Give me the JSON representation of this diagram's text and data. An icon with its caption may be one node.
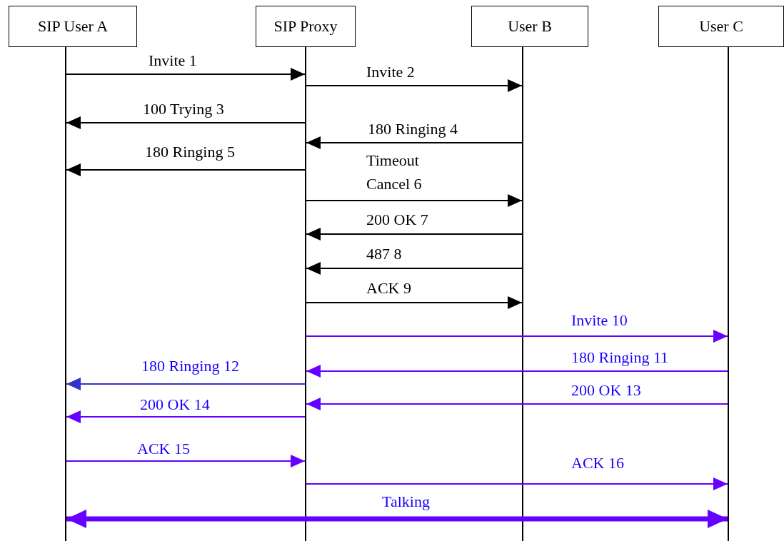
{
  "diagram": {
    "nodes": [
      {
        "text": [
          "SIP User A"
        ]
      },
      {
        "text": [
          "SIP Proxy"
        ]
      },
      {
        "text": [
          "User B"
        ]
      },
      {
        "text": [
          "User C"
        ]
      },
      {
        "text": [],
        "shape": "line"
      },
      {
        "text": [],
        "shape": "line"
      },
      {
        "text": [],
        "shape": "line"
      },
      {
        "text": [],
        "shape": "line"
      }
    ],
    "edges": [
      {
        "from": 4,
        "to": 5,
        "arrow": "to",
        "label": "Invite 1"
      },
      {
        "from": 5,
        "to": 6,
        "arrow": "to",
        "label": "Invite 2"
      },
      {
        "from": 5,
        "to": 4,
        "arrow": "to",
        "label": "100 Trying 3"
      },
      {
        "from": 6,
        "to": 5,
        "arrow": "to",
        "label": "180 Ringing 4"
      },
      {
        "from": 5,
        "to": 4,
        "arrow": "to",
        "label": "180 Ringing 5"
      },
      {
        "from": 5,
        "to": 6,
        "arrow": "to",
        "label": "Timeout Cancel 6"
      },
      {
        "from": 6,
        "to": 5,
        "arrow": "to",
        "label": "200 OK 7"
      },
      {
        "from": 6,
        "to": 5,
        "arrow": "to",
        "label": "487 8"
      },
      {
        "from": 5,
        "to": 6,
        "arrow": "to",
        "label": "ACK 9"
      },
      {
        "from": 5,
        "to": 7,
        "arrow": "to",
        "label": "Invite 10",
        "color": "#6600ff"
      },
      {
        "from": 7,
        "to": 5,
        "arrow": "to",
        "label": "180 Ringing 11",
        "color": "#6600ff"
      },
      {
        "from": 5,
        "to": 4,
        "arrow": "to",
        "label": "180 Ringing 12",
        "color": "#3333cc"
      },
      {
        "from": 7,
        "to": 5,
        "arrow": "to",
        "label": "200 OK 13",
        "color": "#6600ff"
      },
      {
        "from": 5,
        "to": 4,
        "arrow": "to",
        "label": "200 OK 14",
        "color": "#6600ff"
      },
      {
        "from": 4,
        "to": 5,
        "arrow": "to",
        "label": "ACK 15",
        "color": "#6600ff"
      },
      {
        "from": 5,
        "to": 7,
        "arrow": "to",
        "label": "ACK 16",
        "color": "#6600ff"
      },
      {
        "from": 4,
        "to": 7,
        "arrow": "both",
        "label": "Talking",
        "color": "#6600ff",
        "style": "thick"
      }
    ]
  }
}
